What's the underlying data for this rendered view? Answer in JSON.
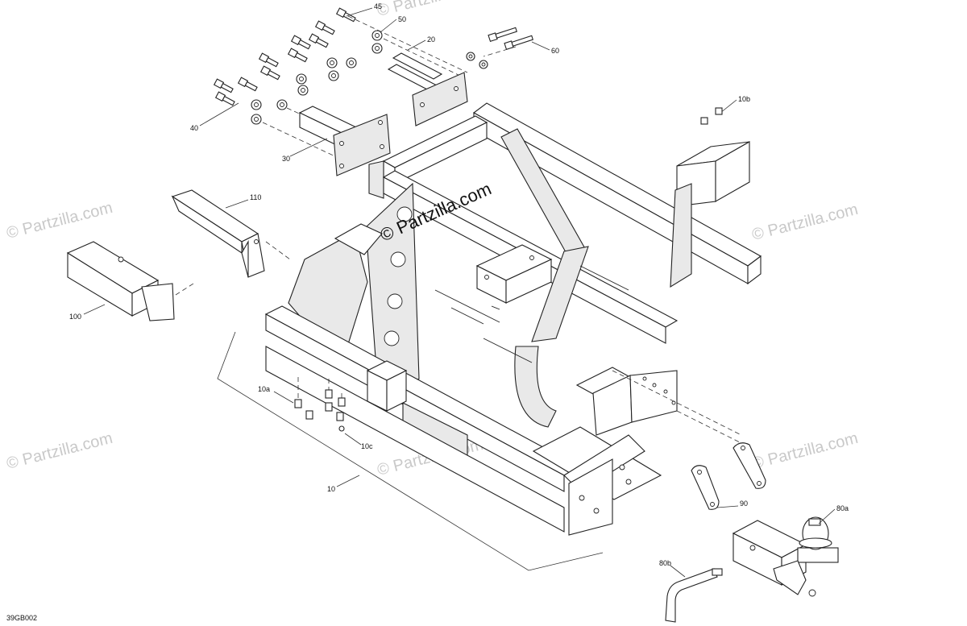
{
  "watermarks": {
    "main": "© Partzilla.com",
    "faint": "© Partzilla.com"
  },
  "diagram_code": "39GB002",
  "callouts": {
    "c45": "45",
    "c50": "50",
    "c20": "20",
    "c60": "60",
    "c10b": "10b",
    "c40": "40",
    "c30": "30",
    "c110": "110",
    "c100": "100",
    "c10a": "10a",
    "c10c": "10c",
    "c10": "10",
    "c90": "90",
    "c80a": "80a",
    "c80b": "80b"
  }
}
